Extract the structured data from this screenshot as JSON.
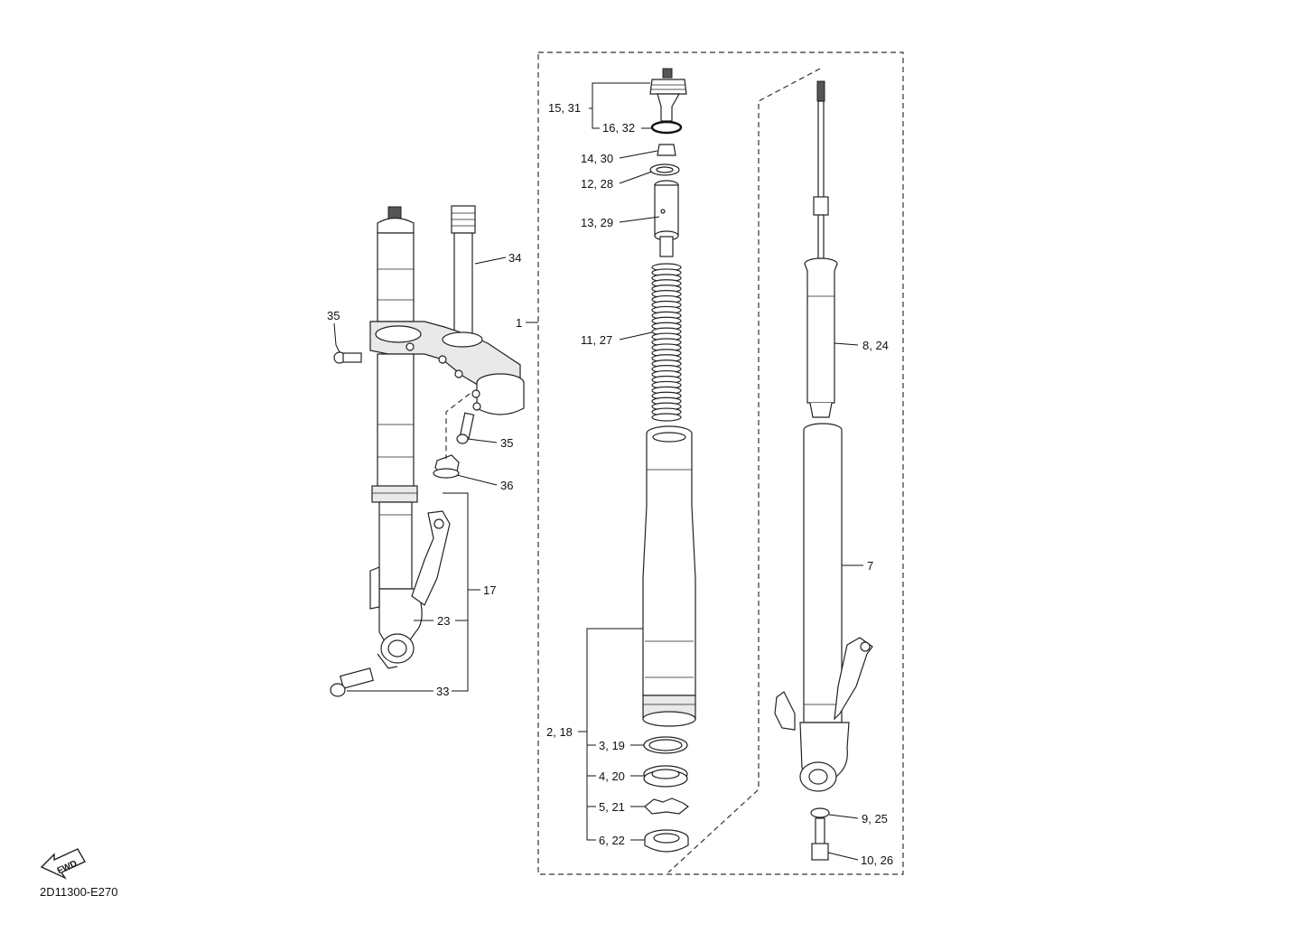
{
  "drawing_code": "2D11300-E270",
  "fwd_label": "FWD",
  "callouts": {
    "c15_31": "15, 31",
    "c16_32": "16, 32",
    "c14_30": "14, 30",
    "c12_28": "12, 28",
    "c13_29": "13, 29",
    "c11_27": "11, 27",
    "c2_18": "2, 18",
    "c3_19": "3, 19",
    "c4_20": "4, 20",
    "c5_21": "5, 21",
    "c6_22": "6, 22",
    "c8_24": "8, 24",
    "c7": "7",
    "c9_25": "9, 25",
    "c10_26": "10, 26",
    "c1": "1",
    "c34": "34",
    "c35a": "35",
    "c35b": "35",
    "c36": "36",
    "c17": "17",
    "c23": "23",
    "c33": "33"
  }
}
